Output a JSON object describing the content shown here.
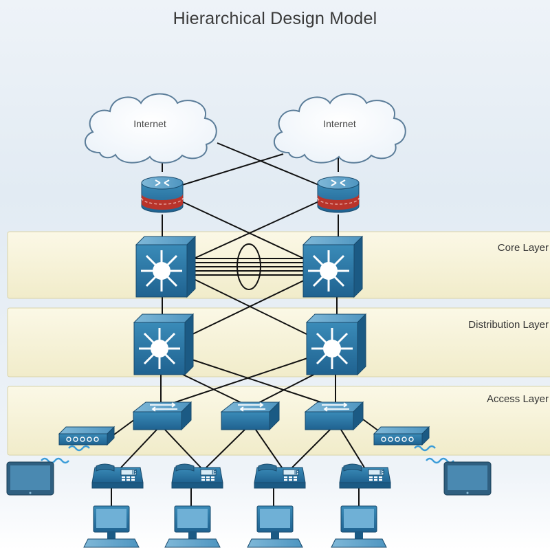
{
  "title": "Hierarchical Design Model",
  "clouds": [
    {
      "label": "Internet"
    },
    {
      "label": "Internet"
    }
  ],
  "layers": [
    {
      "label": "Core Layer"
    },
    {
      "label": "Distribution Layer"
    },
    {
      "label": "Access Layer"
    }
  ],
  "icons": {
    "cloud": "internet-cloud-icon",
    "router": "firewall-router-icon",
    "multilayer_switch": "multilayer-switch-icon",
    "access_switch": "access-switch-icon",
    "wireless_ap": "wireless-access-point-icon",
    "ip_phone": "ip-phone-icon",
    "pc": "pc-icon",
    "laptop": "laptop-icon"
  },
  "phone_label": "IP",
  "colors": {
    "device_blue": "#2d7aa5",
    "band": "#f6f2d6",
    "cloud": "#ffffff",
    "firewall_red": "#b8342b"
  }
}
